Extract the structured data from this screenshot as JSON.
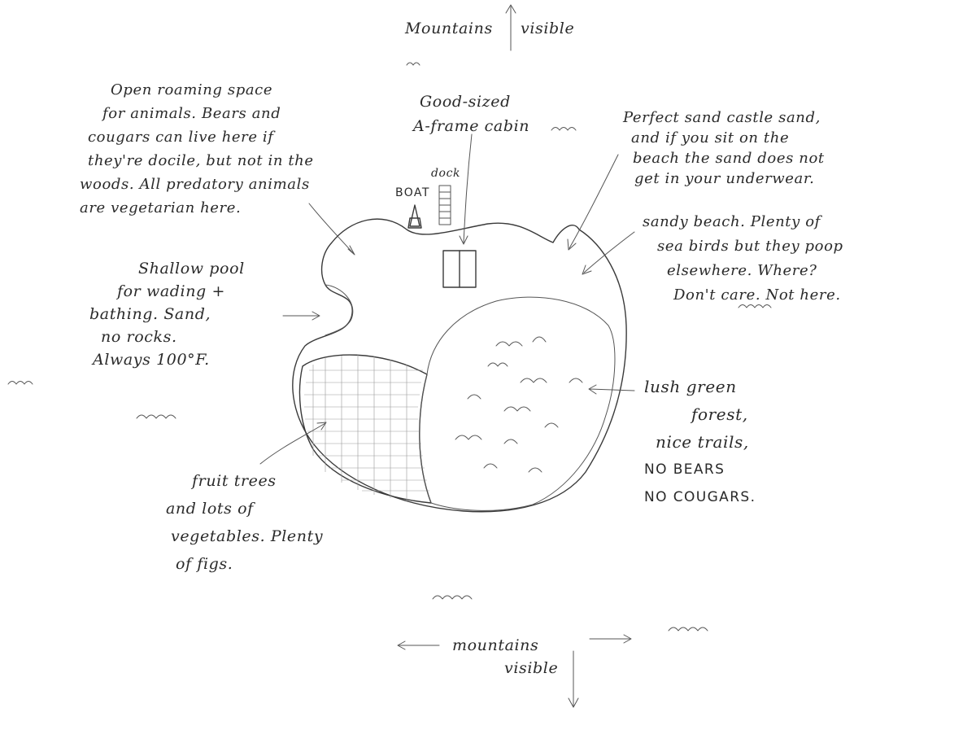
{
  "labels": {
    "top_mountains_left": "Mountains",
    "top_mountains_right": "visible",
    "roaming": [
      "Open roaming space",
      "for animals. Bears and",
      "cougars can live here if",
      "they're docile, but not in the",
      "woods. All predatory animals",
      "are vegetarian here."
    ],
    "cabin": [
      "Good-sized",
      "A-frame cabin"
    ],
    "sand": [
      "Perfect sand castle sand,",
      "and if you sit on the",
      "beach the sand does not",
      "get in your underwear."
    ],
    "dock": "dock",
    "boat": "BOAT",
    "beach": [
      "sandy beach. Plenty of",
      "sea birds but they poop",
      "elsewhere. Where?",
      "Don't care. Not here."
    ],
    "pool": [
      "Shallow pool",
      "for wading +",
      "bathing. Sand,",
      "no rocks.",
      "Always 100°F."
    ],
    "forest": [
      "lush green",
      "forest,",
      "nice trails,",
      "NO BEARS",
      "NO COUGARS."
    ],
    "fruit": [
      "fruit trees",
      "and lots of",
      "vegetables. Plenty",
      "of figs."
    ],
    "bottom_mountains": "mountains",
    "bottom_visible": "visible"
  }
}
